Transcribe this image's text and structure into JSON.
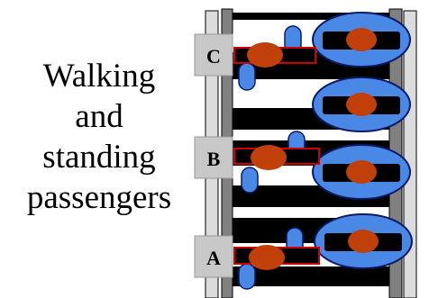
{
  "caption": {
    "lines": [
      "Walking",
      "and",
      "standing",
      "passengers"
    ]
  },
  "stair_labels": {
    "c": "C",
    "b": "B",
    "a": "A"
  },
  "colors": {
    "step_dark": "#000000",
    "rail_light": "#dcdcdc",
    "rail_gray": "#808080",
    "label_box": "#c8c8c8",
    "passenger_ellipse": "#4a88e6",
    "ellipse_outline": "#0a1a66",
    "head": "#c1400a",
    "arm_outline": "#cc0000",
    "foot": "#4a88e6"
  },
  "icons": {
    "walking_passenger": "walking-passenger-icon",
    "standing_passenger": "standing-passenger-icon"
  }
}
